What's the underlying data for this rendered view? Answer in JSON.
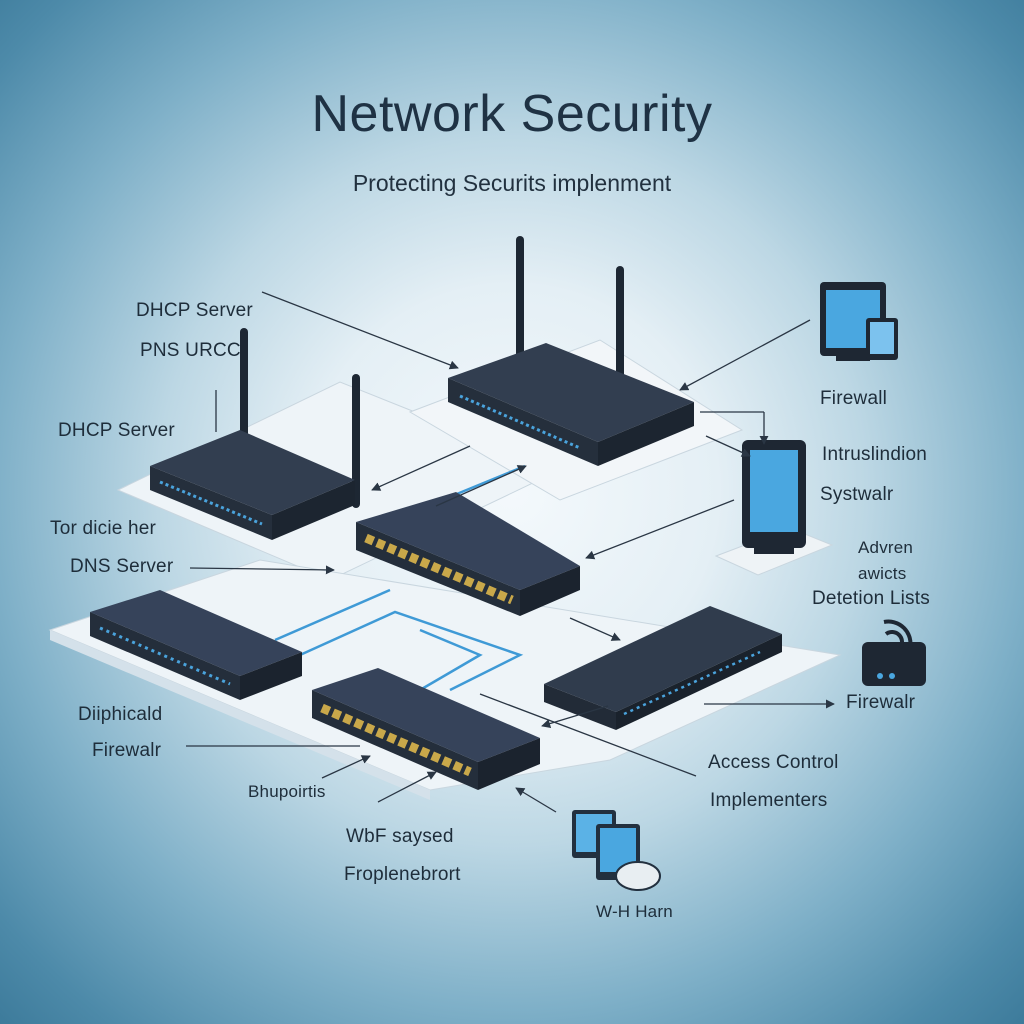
{
  "title": "Network Security",
  "subtitle": "Protecting Securits implenment",
  "labels": {
    "dhcp_server_top": "DHCP Server",
    "pns_urcc": "PNS URCC",
    "dhcp_server_left": "DHCP Server",
    "tor_dicie_her": "Tor dicie her",
    "dns_server": "DNS Server",
    "diiphicald": "Diiphicald",
    "firewalr_left": "Firewalr",
    "bhupoirtis": "Bhupoirtis",
    "wbf_saysed": "WbF saysed",
    "froplenebrort": "Froplenebrort",
    "wh_harn": "W-H Harn",
    "firewall_right": "Firewall",
    "intruslindion": "Intruslindion",
    "systwalr": "Systwalr",
    "advren": "Advren",
    "awicts": "awicts",
    "detetion_lists": "Detetion Lists",
    "firewalr_right": "Firewalr",
    "access_control": "Access Control",
    "implementers": "Implementers"
  },
  "colors": {
    "device_body": "#2b3646",
    "device_top": "#39475a",
    "accent_blue": "#3f9ad6",
    "port_gold": "#c9a84a",
    "text": "#1e2d3a"
  },
  "icons": [
    "router-icon",
    "switch-icon",
    "monitor-icon",
    "tablet-icon",
    "wifi-router-icon",
    "workstation-icon"
  ]
}
